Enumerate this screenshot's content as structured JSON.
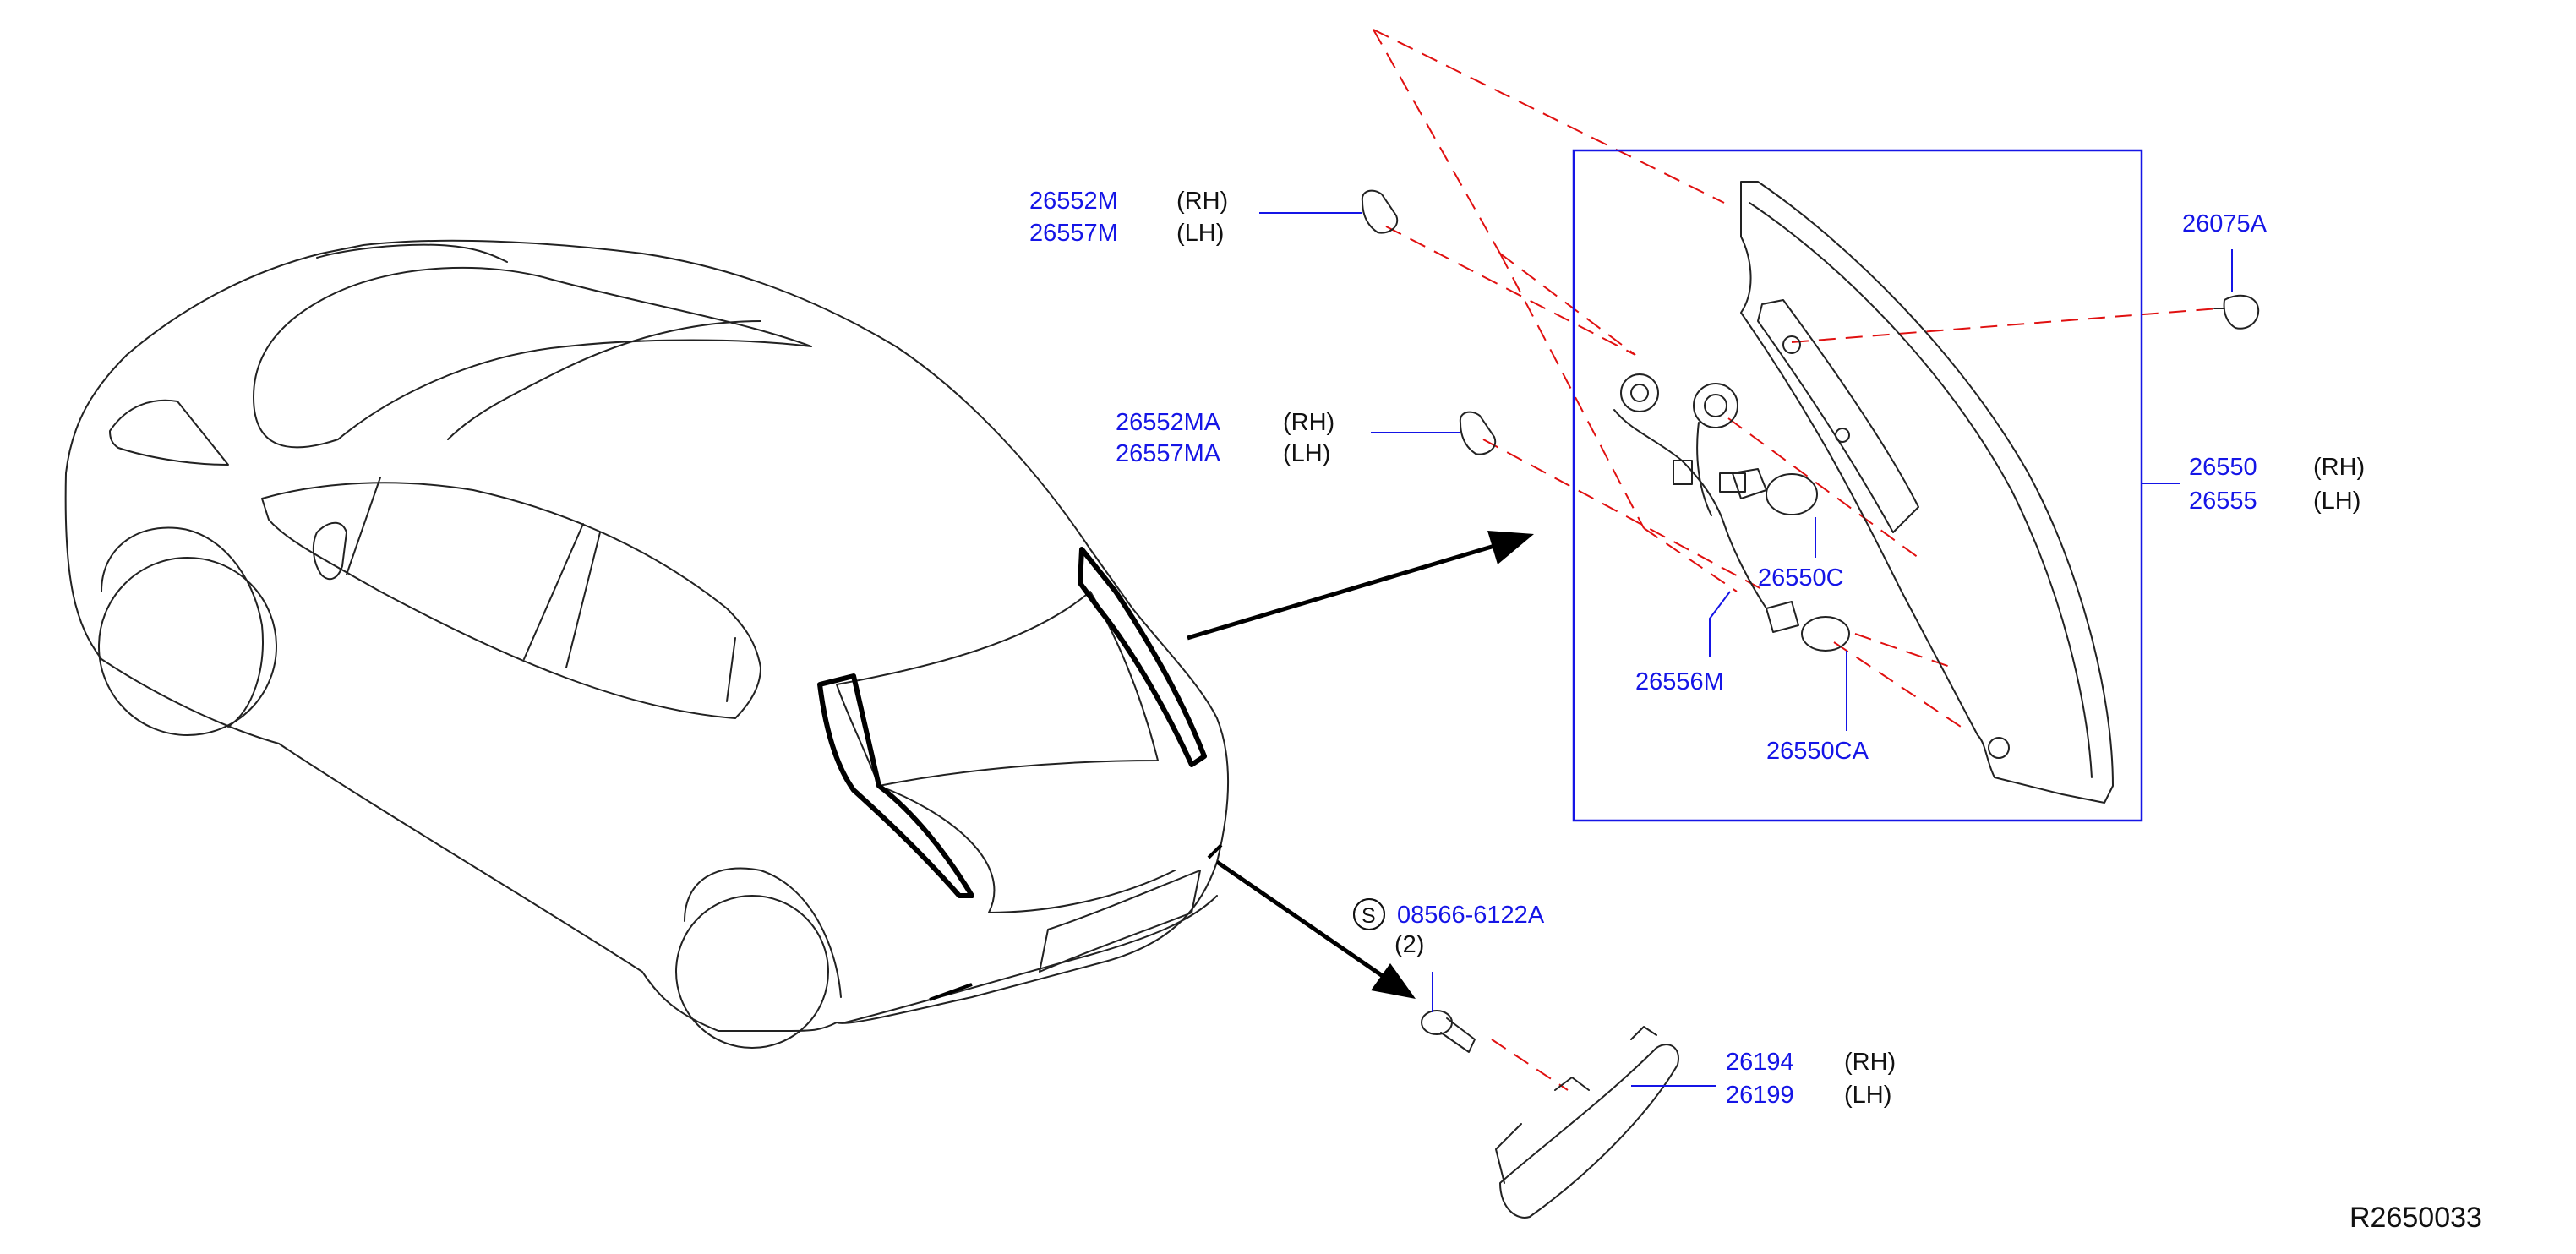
{
  "callouts": {
    "c26552m": {
      "part": "26552M",
      "side": "(RH)"
    },
    "c26557m": {
      "part": "26557M",
      "side": "(LH)"
    },
    "c26552ma": {
      "part": "26552MA",
      "side": "(RH)"
    },
    "c26557ma": {
      "part": "26557MA",
      "side": "(LH)"
    },
    "c26075a": {
      "part": "26075A"
    },
    "c26550": {
      "part": "26550",
      "side": "(RH)"
    },
    "c26555": {
      "part": "26555",
      "side": "(LH)"
    },
    "c26550c": {
      "part": "26550C"
    },
    "c26556m": {
      "part": "26556M"
    },
    "c26550ca": {
      "part": "26550CA"
    },
    "c08566": {
      "part": "08566-6122A",
      "symbol": "S",
      "qty": "(2)"
    },
    "c26194": {
      "part": "26194",
      "side": "(RH)"
    },
    "c26199": {
      "part": "26199",
      "side": "(LH)"
    }
  },
  "diagram_ref": "R2650033",
  "colors": {
    "part_number": "#1515e6",
    "leader_line": "#1515e6",
    "hidden_line": "#e01010",
    "drawing": "#222222"
  }
}
